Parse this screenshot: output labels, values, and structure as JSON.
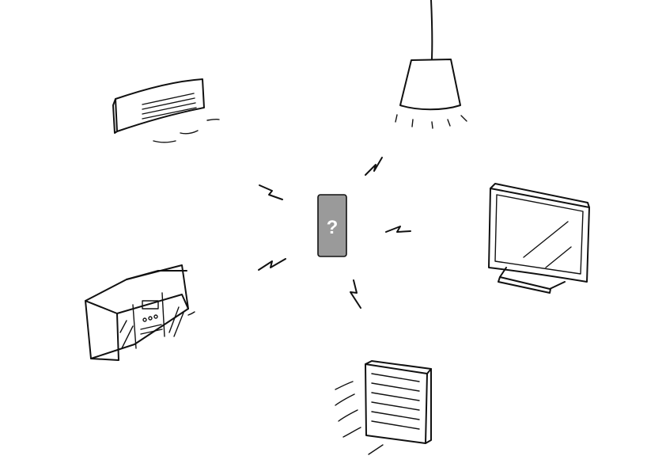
{
  "colors": {
    "ink": "#111111",
    "remote_body": "#9a9a9a",
    "remote_symbol": "#ffffff",
    "background": "#ffffff"
  },
  "center_device": {
    "icon": "remote-control-icon",
    "symbol": "?"
  },
  "devices": [
    {
      "id": "air-conditioner",
      "icon": "air-conditioner-icon"
    },
    {
      "id": "ceiling-lamp",
      "icon": "ceiling-lamp-icon"
    },
    {
      "id": "television",
      "icon": "television-icon"
    },
    {
      "id": "stereo",
      "icon": "stereo-system-icon"
    },
    {
      "id": "heater",
      "icon": "heater-icon"
    }
  ],
  "signals": [
    {
      "icon": "lightning-signal-icon",
      "target": "air-conditioner"
    },
    {
      "icon": "lightning-signal-icon",
      "target": "ceiling-lamp"
    },
    {
      "icon": "lightning-signal-icon",
      "target": "television"
    },
    {
      "icon": "lightning-signal-icon",
      "target": "stereo"
    },
    {
      "icon": "lightning-signal-icon",
      "target": "heater"
    }
  ]
}
